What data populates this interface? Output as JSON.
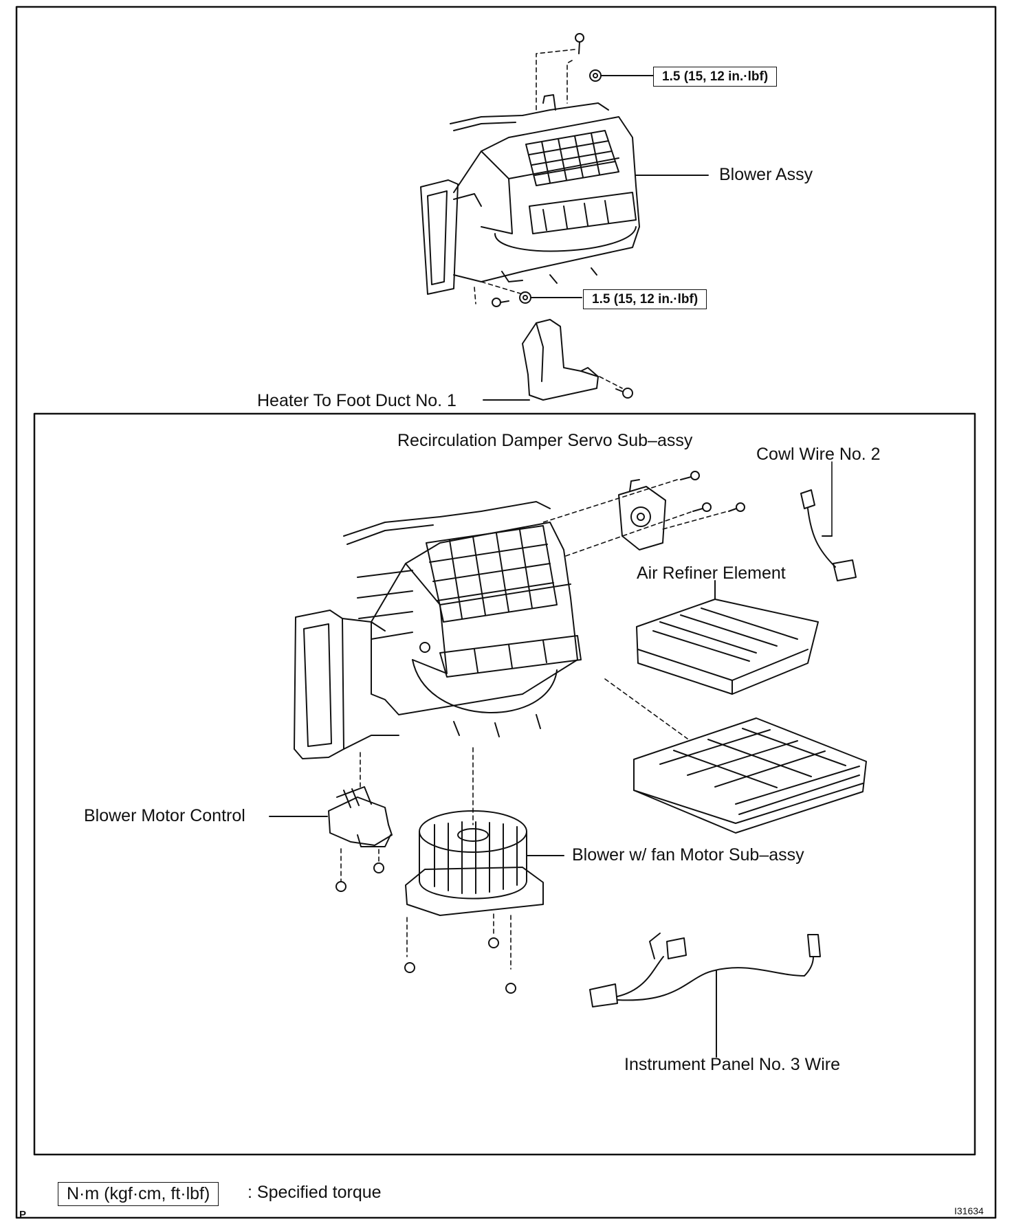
{
  "labels": {
    "blower_assy": "Blower Assy",
    "heater_foot_duct": "Heater To Foot Duct No. 1",
    "recirc_servo": "Recirculation Damper Servo Sub–assy",
    "cowl_wire": "Cowl Wire No. 2",
    "air_refiner": "Air Refiner Element",
    "blower_motor_control": "Blower Motor Control",
    "blower_fan_motor": "Blower w/ fan Motor Sub–assy",
    "instrument_panel_wire": "Instrument Panel No. 3 Wire"
  },
  "torque_specs": {
    "top": "1.5 (15, 12 in.·lbf)",
    "bottom": "1.5 (15, 12 in.·lbf)"
  },
  "legend": {
    "unit_box": "N·m (kgf·cm, ft·lbf)",
    "description": ": Specified torque"
  },
  "footer": {
    "page_marker": "P",
    "figure_id": "I31634"
  },
  "colors": {
    "line": "#111111",
    "background": "#ffffff"
  }
}
